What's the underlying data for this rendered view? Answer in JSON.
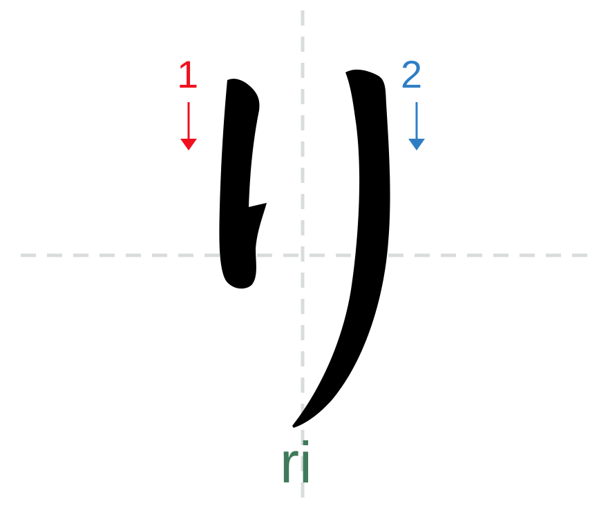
{
  "character": "り",
  "romaji": "ri",
  "strokes": [
    {
      "number": "1",
      "direction": "down",
      "color": "#f0101e"
    },
    {
      "number": "2",
      "direction": "down",
      "color": "#2f7ec4"
    }
  ],
  "colors": {
    "romaji": "#3f7a5a",
    "guides": "#d8dcdb",
    "glyph": "#000000"
  }
}
